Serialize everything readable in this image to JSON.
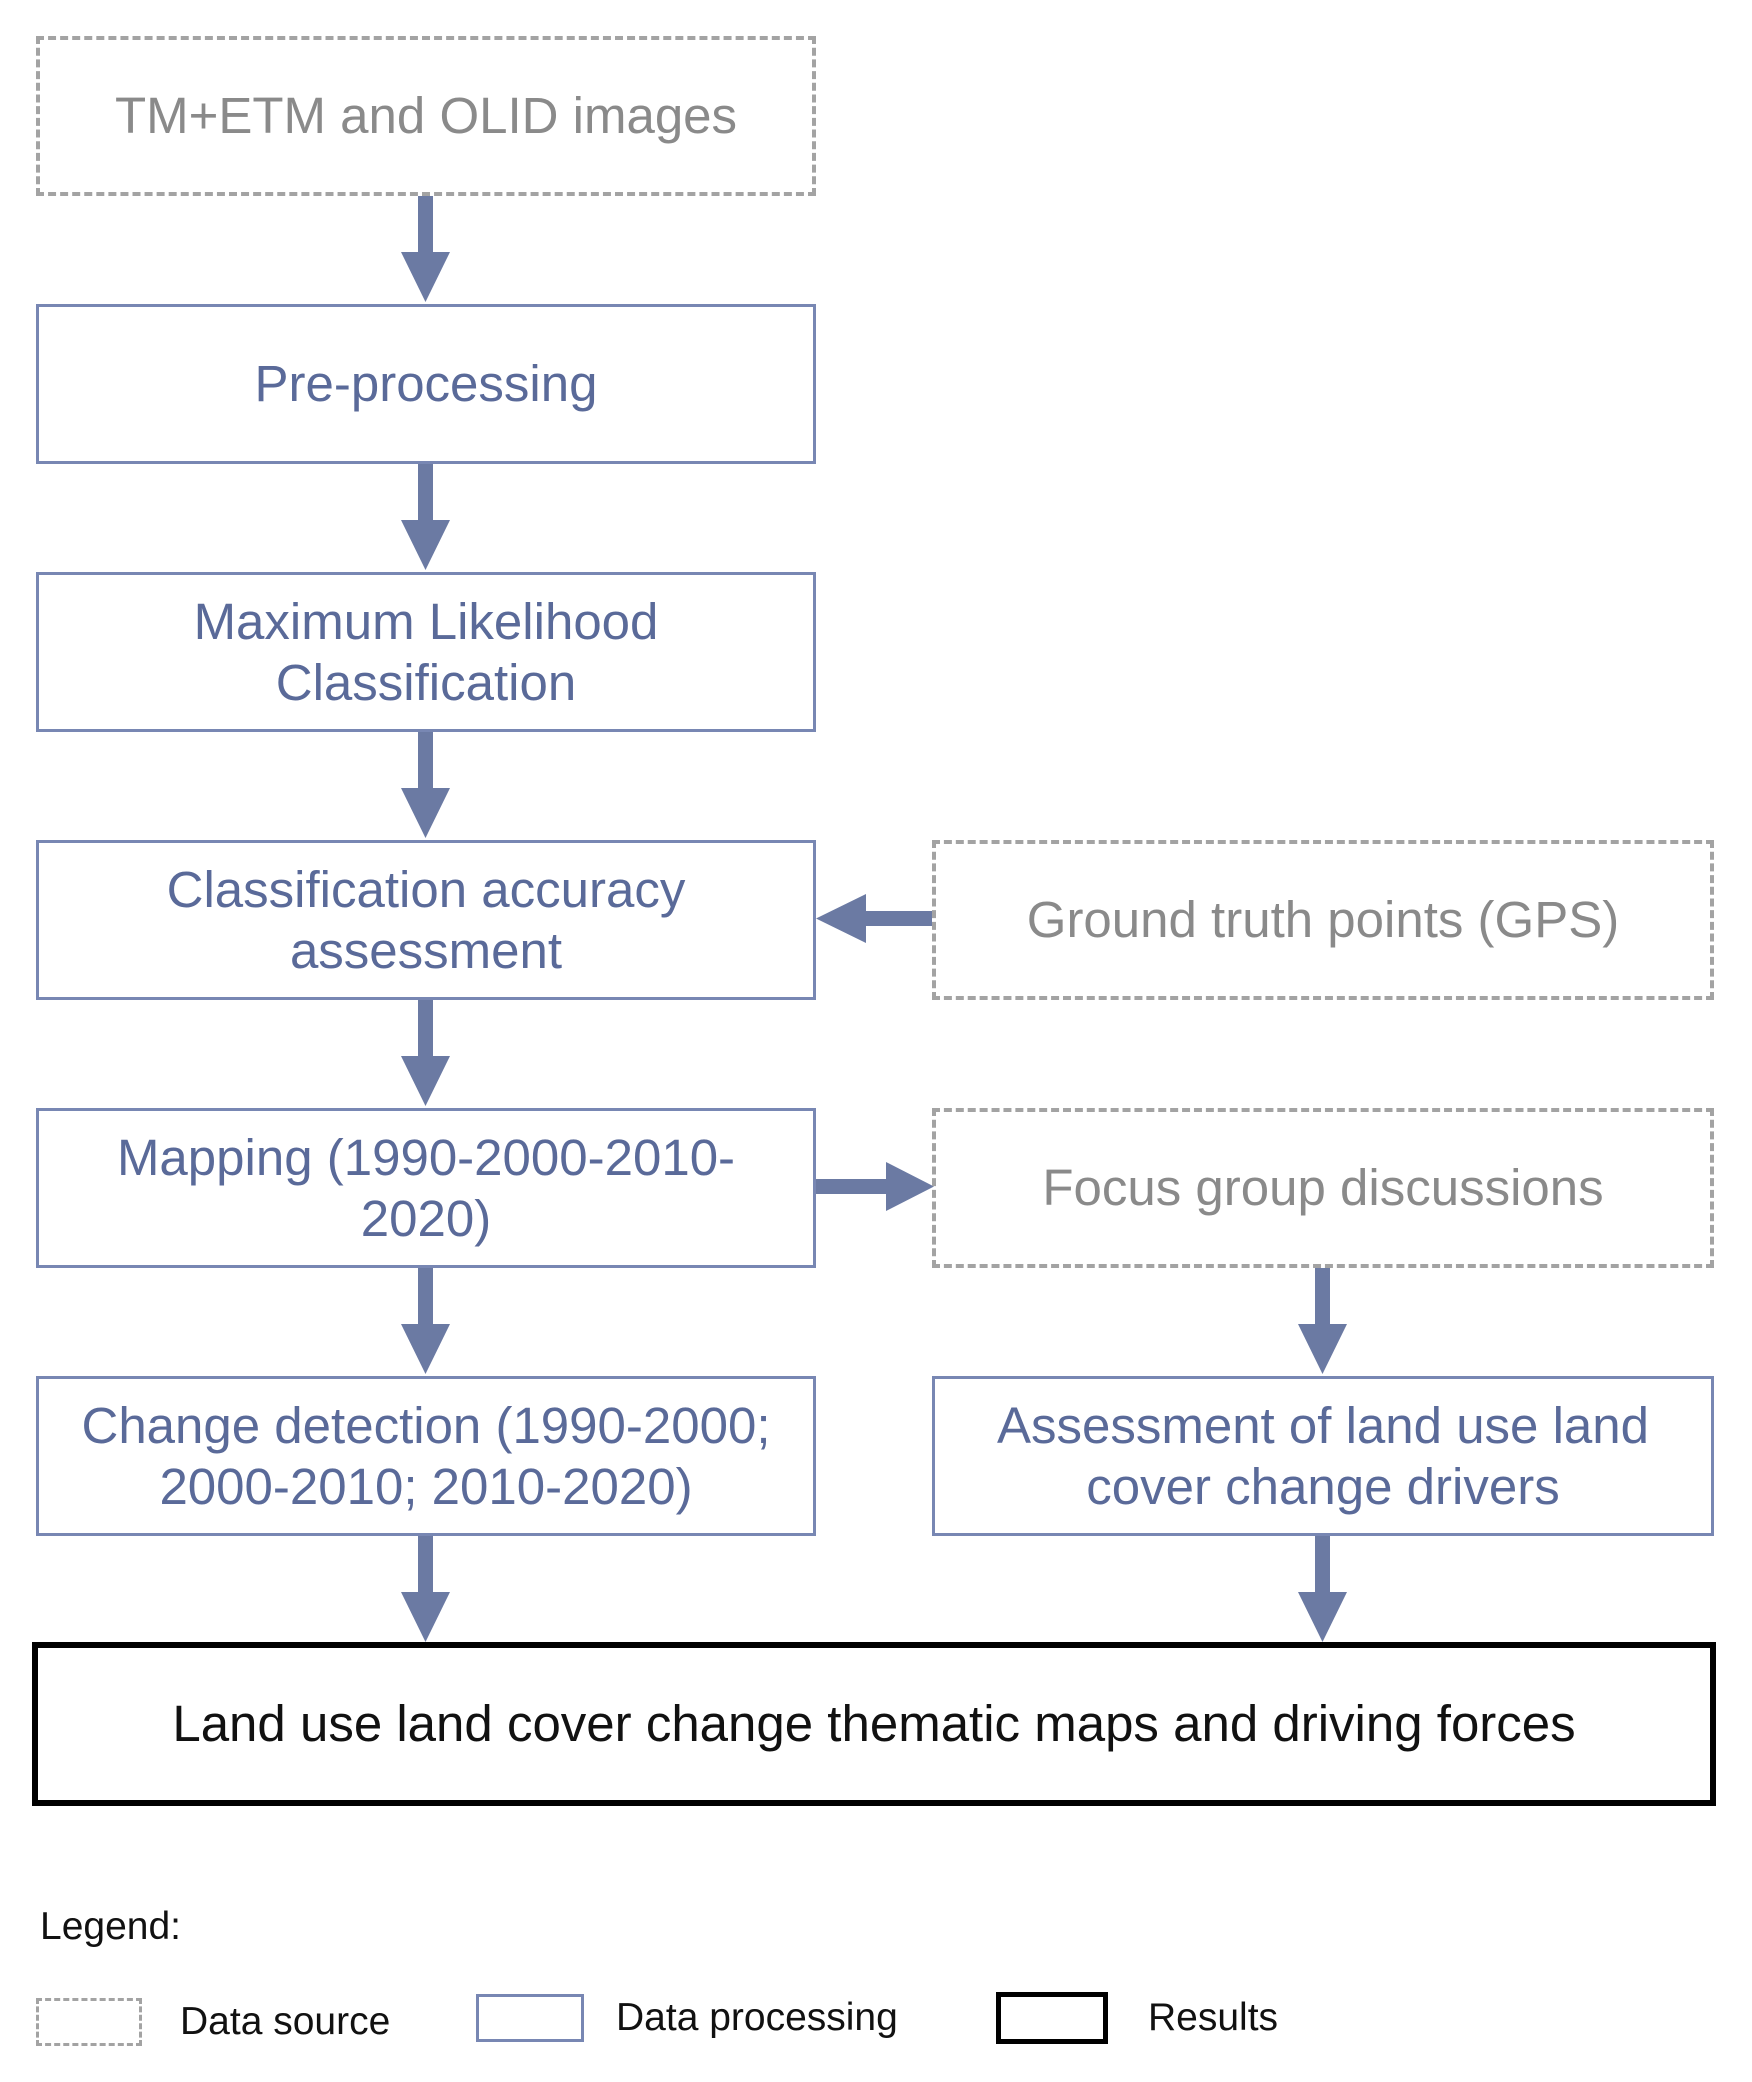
{
  "nodes": {
    "images": "TM+ETM and OLID images",
    "preprocessing": "Pre-processing",
    "mlc": "Maximum Likelihood Classification",
    "accuracy": "Classification accuracy assessment",
    "ground_truth": "Ground truth points (GPS)",
    "mapping": "Mapping (1990-2000-2010-2020)",
    "focus_group": "Focus group discussions",
    "change_detection": "Change detection (1990-2000; 2000-2010; 2010-2020)",
    "drivers": "Assessment of land use land cover change drivers",
    "result": "Land use land cover change thematic maps and driving forces"
  },
  "legend": {
    "title": "Legend:",
    "items": [
      {
        "label": "Data source"
      },
      {
        "label": "Data processing"
      },
      {
        "label": "Results"
      }
    ]
  },
  "colors": {
    "process_stroke": "#7887b3",
    "process_text": "#5a6a99",
    "source_stroke": "#a3a3a3",
    "source_text": "#8a8a8a",
    "arrow": "#6b7aa3",
    "result_stroke": "#000000"
  }
}
